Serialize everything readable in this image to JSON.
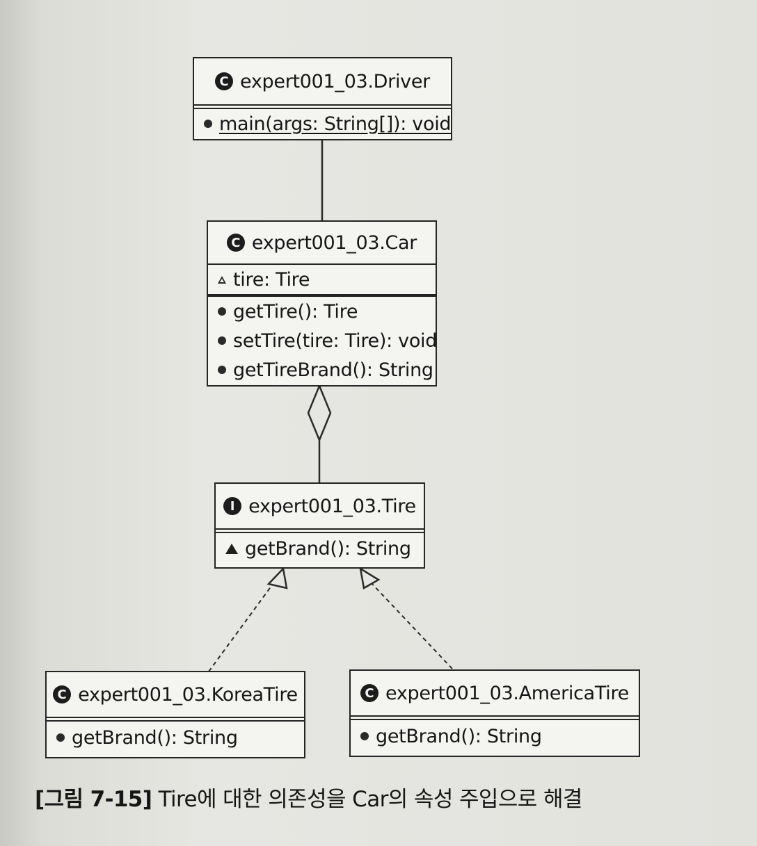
{
  "diagram": {
    "classes": [
      {
        "id": "driver",
        "kind": "C",
        "name": "expert001_03.Driver",
        "attributes": [],
        "operations": [
          {
            "visibility": "public",
            "text": "main(args: String[]): void",
            "static": true
          }
        ]
      },
      {
        "id": "car",
        "kind": "C",
        "name": "expert001_03.Car",
        "attributes": [
          {
            "visibility": "package",
            "text": "tire: Tire"
          }
        ],
        "operations": [
          {
            "visibility": "public",
            "text": "getTire(): Tire"
          },
          {
            "visibility": "public",
            "text": "setTire(tire: Tire): void"
          },
          {
            "visibility": "public",
            "text": "getTireBrand(): String"
          }
        ]
      },
      {
        "id": "tire",
        "kind": "I",
        "name": "expert001_03.Tire",
        "operations": [
          {
            "visibility": "package-abstract",
            "text": "getBrand(): String"
          }
        ]
      },
      {
        "id": "koreatire",
        "kind": "C",
        "name": "expert001_03.KoreaTire",
        "operations": [
          {
            "visibility": "public",
            "text": "getBrand(): String"
          }
        ]
      },
      {
        "id": "americatire",
        "kind": "C",
        "name": "expert001_03.AmericaTire",
        "operations": [
          {
            "visibility": "public",
            "text": "getBrand(): String"
          }
        ]
      }
    ],
    "relations": [
      {
        "from": "driver",
        "to": "car",
        "type": "association"
      },
      {
        "from": "car",
        "to": "tire",
        "type": "aggregation"
      },
      {
        "from": "koreatire",
        "to": "tire",
        "type": "realization"
      },
      {
        "from": "americatire",
        "to": "tire",
        "type": "realization"
      }
    ]
  },
  "caption": {
    "label": "[그림 7-15]",
    "text": "Tire에 대한 의존성을 Car의 속성 주입으로 해결"
  }
}
